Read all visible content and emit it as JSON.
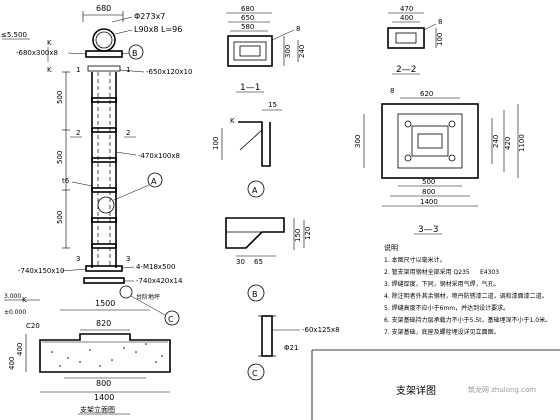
{
  "elevation": {
    "top_width": "680",
    "pipe_spec": "Φ273x7",
    "angle_spec": "L90x8  L=96",
    "top_level": "≤5.500",
    "plate_top": "-680x300x8",
    "plate_mid": "-650x120x10",
    "batten": "-470x100x8",
    "plate_low": "-740x150x10",
    "bolts": "4-M18x500",
    "base_plate": "-740x420x14",
    "stiffener_mark": "t6",
    "k_mark": "K",
    "level_1": "3.000",
    "ground_label": "台阶地坪",
    "c20": "C20",
    "ground_level": "±0.000",
    "dims_left": [
      "500",
      "500",
      "500"
    ],
    "dim_1500": "1500",
    "dim_820": "820",
    "dim_800": "800",
    "dim_1400": "1400",
    "dim_400a": "400",
    "dim_400b": "400",
    "markers": [
      "A",
      "B",
      "C"
    ],
    "title": "支架立面图"
  },
  "section_1_1": {
    "dims_top": [
      "680",
      "650",
      "580"
    ],
    "dims_right": [
      "300",
      "240"
    ],
    "mark": "8",
    "title": "1—1"
  },
  "section_2_2": {
    "dims_top": [
      "470",
      "400"
    ],
    "dim_right": "100",
    "mark": "8",
    "title": "2—2"
  },
  "detail_a": {
    "dim_top": "15",
    "dim_left": "100",
    "mark": "K",
    "label": "A"
  },
  "detail_b": {
    "dims_right": [
      "150",
      "120"
    ],
    "dims_bottom": [
      "30",
      "65"
    ],
    "label": "B"
  },
  "detail_c": {
    "plate": "-60x125x8",
    "pipe": "Φ21",
    "label": "C"
  },
  "section_3_3": {
    "mark": "8",
    "dims_top": [
      "620"
    ],
    "dims_left": [
      "300"
    ],
    "dims_right": [
      "240",
      "420",
      "1100"
    ],
    "dims_bottom": [
      "500",
      "800",
      "1400"
    ],
    "title": "3—3"
  },
  "notes": {
    "heading": "说明",
    "lines": [
      "1.  本图尺寸以毫米计。",
      "2.  管支架用钢材全部采用      Q235",
      "3.  焊缝厚度，下同，钢材采用气焊，气孔。",
      "4.  除注明者外其余钢材，喷丹防锈漆二道，调和漆面漆二道。",
      "5.  焊缝高度不应小于6mm，并达到设计要求。",
      "6.  支架基础持力层承载力不小于5.5t，基础埋深不小于1.0米。",
      "7.  支架基础，底座及螺栓埋设详见立面图。"
    ],
    "steel_grade_note": "Q235钢，采用",
    "electrode": "E4303"
  },
  "title_block": {
    "drawing_title": "支架详图",
    "watermark": "筑龙网 zhulong.com"
  }
}
